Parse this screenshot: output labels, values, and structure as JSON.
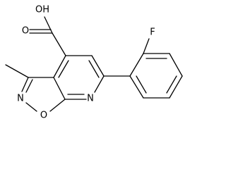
{
  "diagram_type": "chemical-structure",
  "atom_labels": {
    "carboxyl_oh": "OH",
    "carboxyl_o": "O",
    "fluorine": "F",
    "ring_n_pyridine": "N",
    "ring_n_isoxazole": "N",
    "ring_o_isoxazole": "O"
  },
  "colors": {
    "bond": "#000000",
    "label": "#000000",
    "background": "#ffffff"
  }
}
